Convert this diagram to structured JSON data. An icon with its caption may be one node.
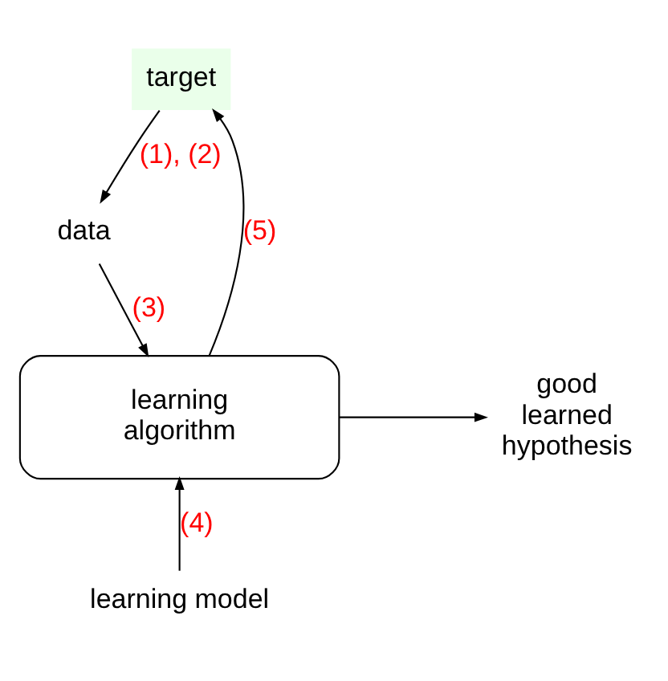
{
  "diagram": {
    "nodes": [
      {
        "text": [
          "target"
        ]
      },
      {
        "text": [
          "data"
        ]
      },
      {
        "text": [
          "learning algorithm"
        ]
      },
      {
        "text": [
          "good learned hypothesis"
        ]
      },
      {
        "text": [
          "learning model"
        ]
      }
    ],
    "edges": [
      {
        "from": 0,
        "to": 1,
        "arrow": "to",
        "label": "(1), (2)"
      },
      {
        "from": 1,
        "to": 2,
        "arrow": "to",
        "label": "(3)"
      },
      {
        "from": 2,
        "to": 0,
        "arrow": "to",
        "label": "(5)"
      },
      {
        "from": 2,
        "to": 3,
        "arrow": "to"
      },
      {
        "from": 4,
        "to": 2,
        "arrow": "to",
        "label": "(4)"
      }
    ]
  }
}
